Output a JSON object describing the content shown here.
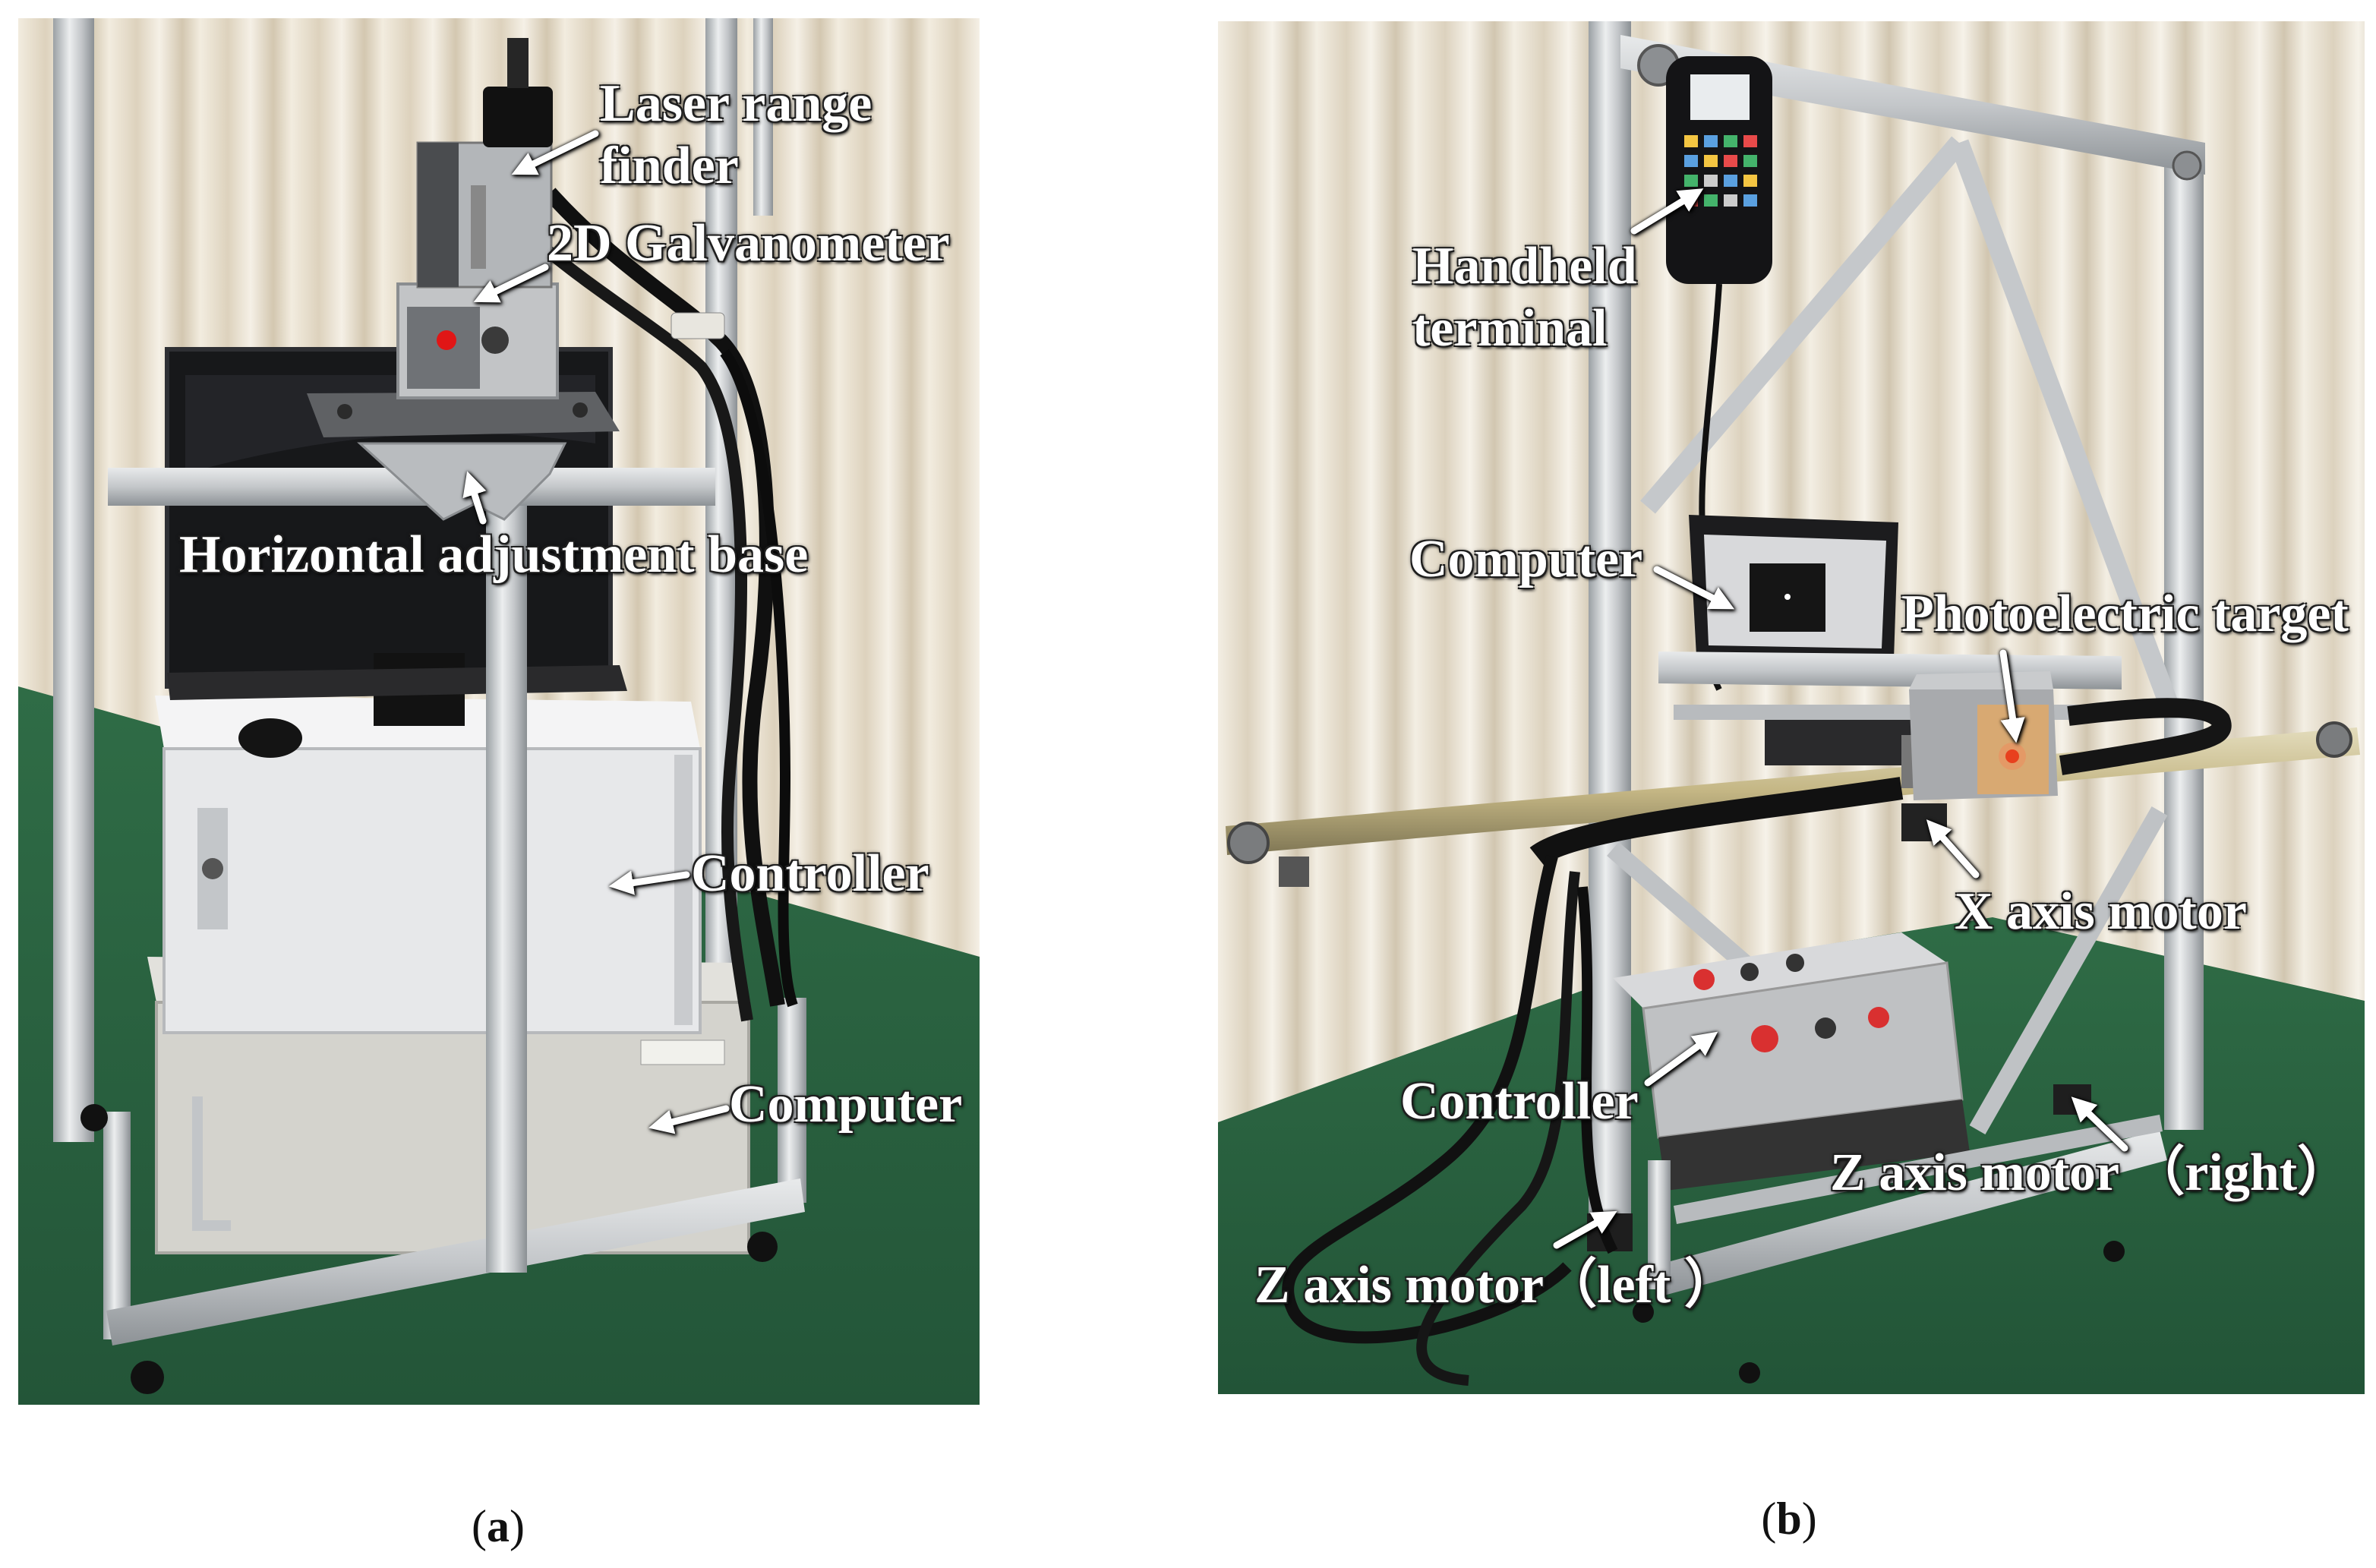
{
  "figure": {
    "panel_a": {
      "labels": {
        "laser_range_finder": [
          "Laser range",
          "finder"
        ],
        "galvanometer": "2D Galvanometer",
        "horizontal_adjustment_base": "Horizontal adjustment base",
        "controller": "Controller",
        "computer": "Computer"
      },
      "caption": {
        "open": "(",
        "letter": "a",
        "close": ")"
      }
    },
    "panel_b": {
      "labels": {
        "handheld_terminal": [
          "Handheld",
          "terminal"
        ],
        "computer": "Computer",
        "photoelectric_target": "Photoelectric target",
        "x_axis_motor": "X axis motor",
        "controller": "Controller",
        "z_axis_motor_right": "Z axis motor （right）",
        "z_axis_motor_left": "Z axis motor（left ）"
      },
      "caption": {
        "open": "(",
        "letter": "b",
        "close": ")"
      }
    }
  },
  "colors": {
    "label_text": "#ffffff",
    "label_outline": "#1e1e1e",
    "curtain": "#ece5d6",
    "floor": "#2e6a44",
    "aluminum": "#c9ccce",
    "laser_spot": "#e01616",
    "target_plate": "#d8a972"
  }
}
